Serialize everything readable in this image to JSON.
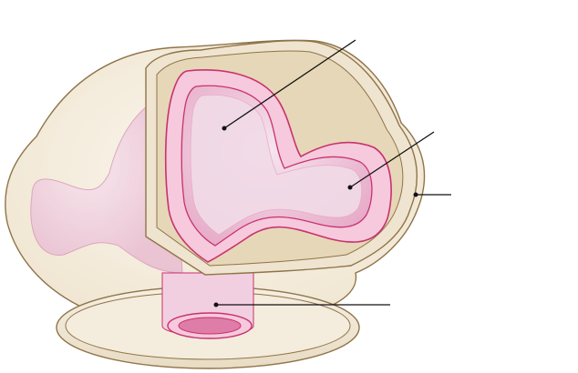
{
  "figure": {
    "description_visible_text": ""
  },
  "colors": {
    "tissue_fill": "#f3ebdb",
    "tissue_outline": "#8f7448",
    "vesicle_fill": "#f2dbe6",
    "vesicle_deep": "#e7a9c8",
    "wall_pink": "#f6c9dd",
    "wall_outline": "#c8326d",
    "leader": "#111111"
  },
  "labels": [
    {
      "id": "leader-upper-cavity",
      "text": ""
    },
    {
      "id": "leader-side-lobe",
      "text": ""
    },
    {
      "id": "leader-outer-layer",
      "text": ""
    },
    {
      "id": "leader-tube",
      "text": ""
    }
  ]
}
